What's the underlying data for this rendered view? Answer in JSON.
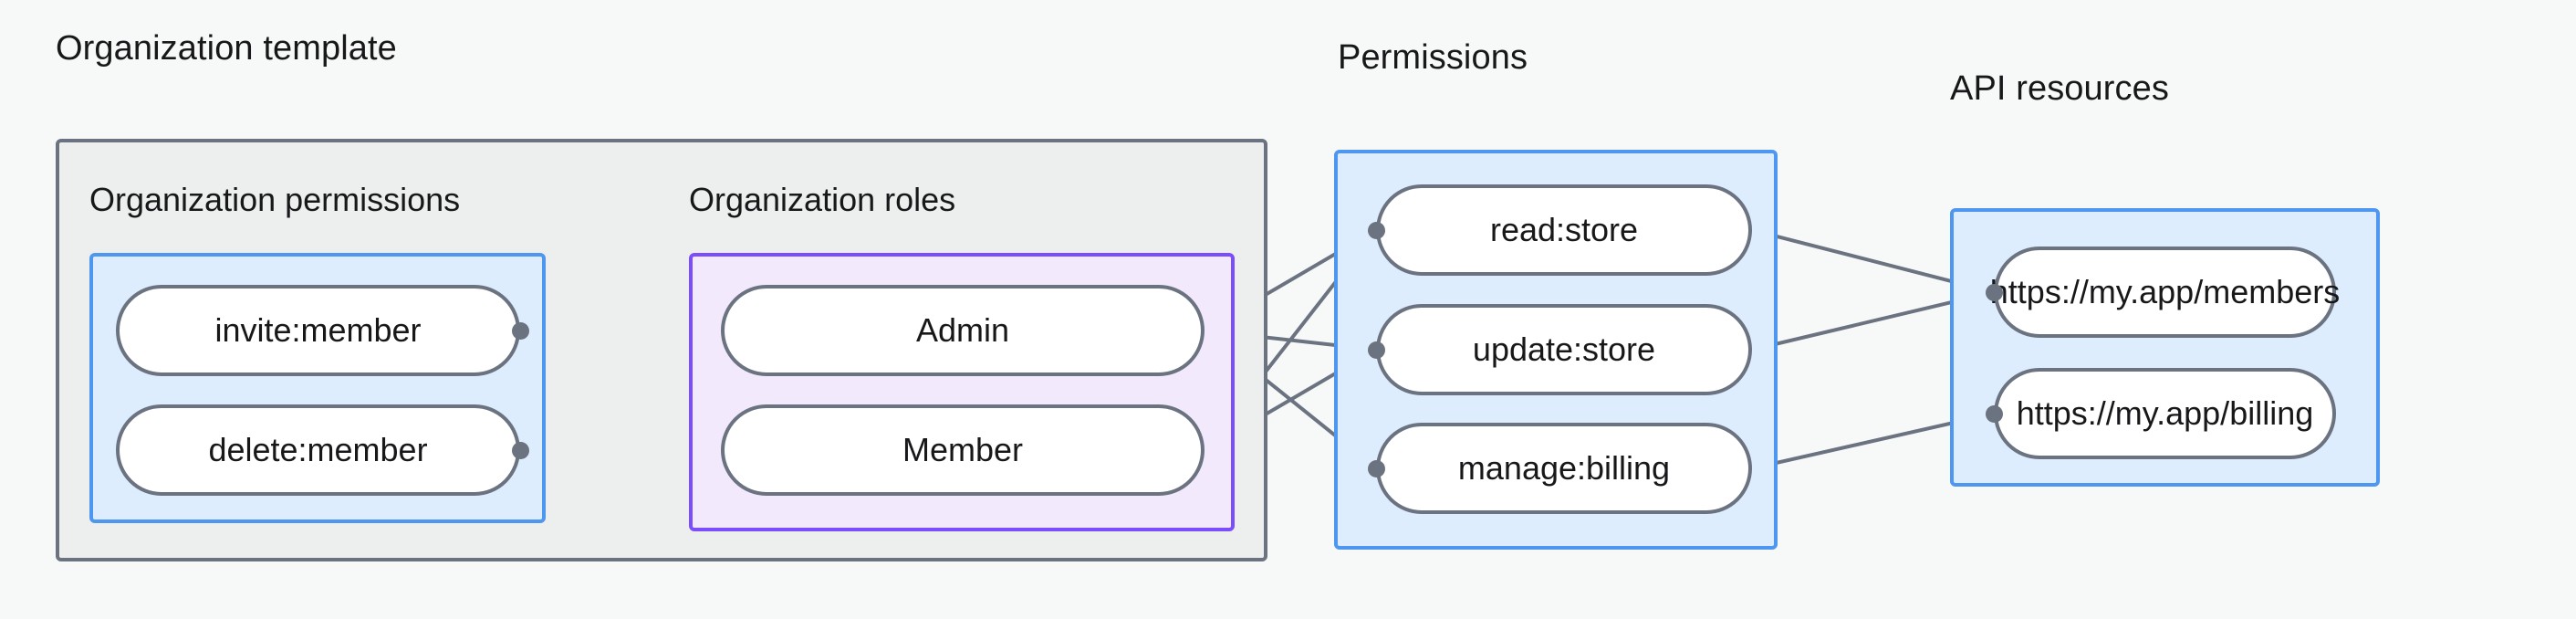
{
  "diagram": {
    "title": "Organization template permissions, roles, permissions and API resources relationship diagram",
    "colors": {
      "background": "#f7f8f8",
      "outer_panel_fill": "#edeeee",
      "outer_panel_border": "#6b7280",
      "blue_panel_fill": "#ddedfd",
      "blue_panel_border": "#4e97f0",
      "purple_panel_fill": "#f2e9fc",
      "purple_panel_border": "#7c4dfa",
      "pill_fill": "#ffffff",
      "pill_border": "#6b7280",
      "edge": "#6b7280",
      "text": "#18181b"
    },
    "groups": {
      "organization_template": {
        "label": "Organization template",
        "subgroups": {
          "organization_permissions": {
            "label": "Organization permissions",
            "nodes": [
              {
                "id": "invite-member",
                "label": "invite:member"
              },
              {
                "id": "delete-member",
                "label": "delete:member"
              }
            ]
          },
          "organization_roles": {
            "label": "Organization roles",
            "nodes": [
              {
                "id": "admin",
                "label": "Admin"
              },
              {
                "id": "member",
                "label": "Member"
              }
            ]
          }
        }
      },
      "permissions": {
        "label": "Permissions",
        "nodes": [
          {
            "id": "read-store",
            "label": "read:store"
          },
          {
            "id": "update-store",
            "label": "update:store"
          },
          {
            "id": "manage-billing",
            "label": "manage:billing"
          }
        ]
      },
      "api_resources": {
        "label": "API resources",
        "nodes": [
          {
            "id": "members-url",
            "label": "https://my.app/members"
          },
          {
            "id": "billing-url",
            "label": "https://my.app/billing"
          }
        ]
      }
    },
    "edges": [
      {
        "from": "invite-member",
        "to": "admin"
      },
      {
        "from": "invite-member",
        "to": "member"
      },
      {
        "from": "delete-member",
        "to": "member"
      },
      {
        "from": "admin",
        "to": "read-store"
      },
      {
        "from": "admin",
        "to": "update-store"
      },
      {
        "from": "admin",
        "to": "manage-billing"
      },
      {
        "from": "member",
        "to": "read-store"
      },
      {
        "from": "member",
        "to": "update-store"
      },
      {
        "from": "read-store",
        "to": "members-url"
      },
      {
        "from": "update-store",
        "to": "members-url"
      },
      {
        "from": "manage-billing",
        "to": "billing-url"
      }
    ]
  }
}
